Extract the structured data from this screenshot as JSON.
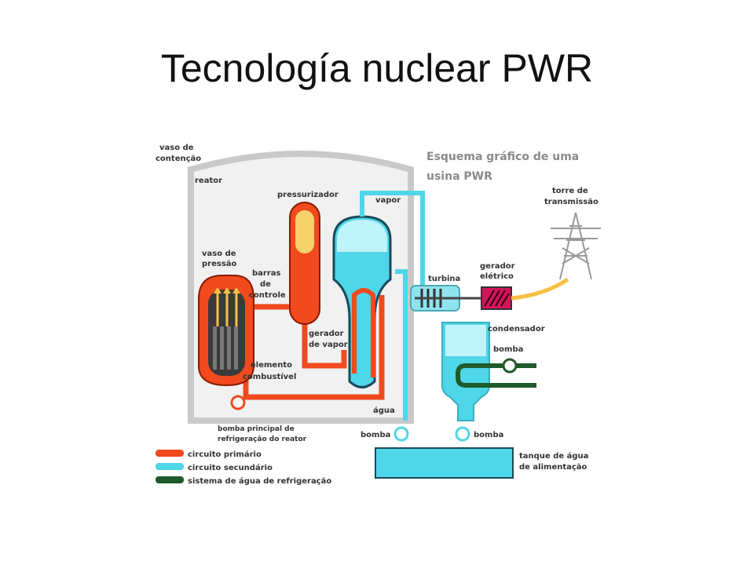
{
  "title": "Tecnología nuclear PWR",
  "diagram": {
    "heading": [
      "Esquema gráfico de uma",
      "usina PWR"
    ],
    "labels": {
      "containment": [
        "vaso de",
        "contenção"
      ],
      "reactor": "reator",
      "pressurizer": "pressurizador",
      "steam": "vapor",
      "transmission_tower": [
        "torre de",
        "transmissão"
      ],
      "pressure_vessel": [
        "vaso de",
        "pressão"
      ],
      "control_rods": [
        "barras",
        "de",
        "controle"
      ],
      "turbine": "turbina",
      "generator": [
        "gerador",
        "elétrico"
      ],
      "condenser": "condensador",
      "steam_generator": [
        "gerador",
        "de vapor"
      ],
      "fuel_element": [
        "elemento",
        "combustível"
      ],
      "pump": "bomba",
      "water": "água",
      "main_pump": [
        "bomba principal de",
        "refrigeração do reator"
      ],
      "feed_tank": [
        "tanque de água",
        "de alimentação"
      ]
    },
    "legend": [
      {
        "label": "circuito primário",
        "color": "#f04a1e"
      },
      {
        "label": "circuito secundário",
        "color": "#4fd6e8"
      },
      {
        "label": "sistema de água de refrigeração",
        "color": "#1e5a2a"
      }
    ],
    "colors": {
      "primary": "#f04a1e",
      "secondary": "#4fd6e8",
      "cooling": "#1e5a2a",
      "containment_fill": "#f1f1f1",
      "containment_stroke": "#c9c9c9",
      "generator": "#d4145a",
      "tower": "#999999"
    }
  }
}
